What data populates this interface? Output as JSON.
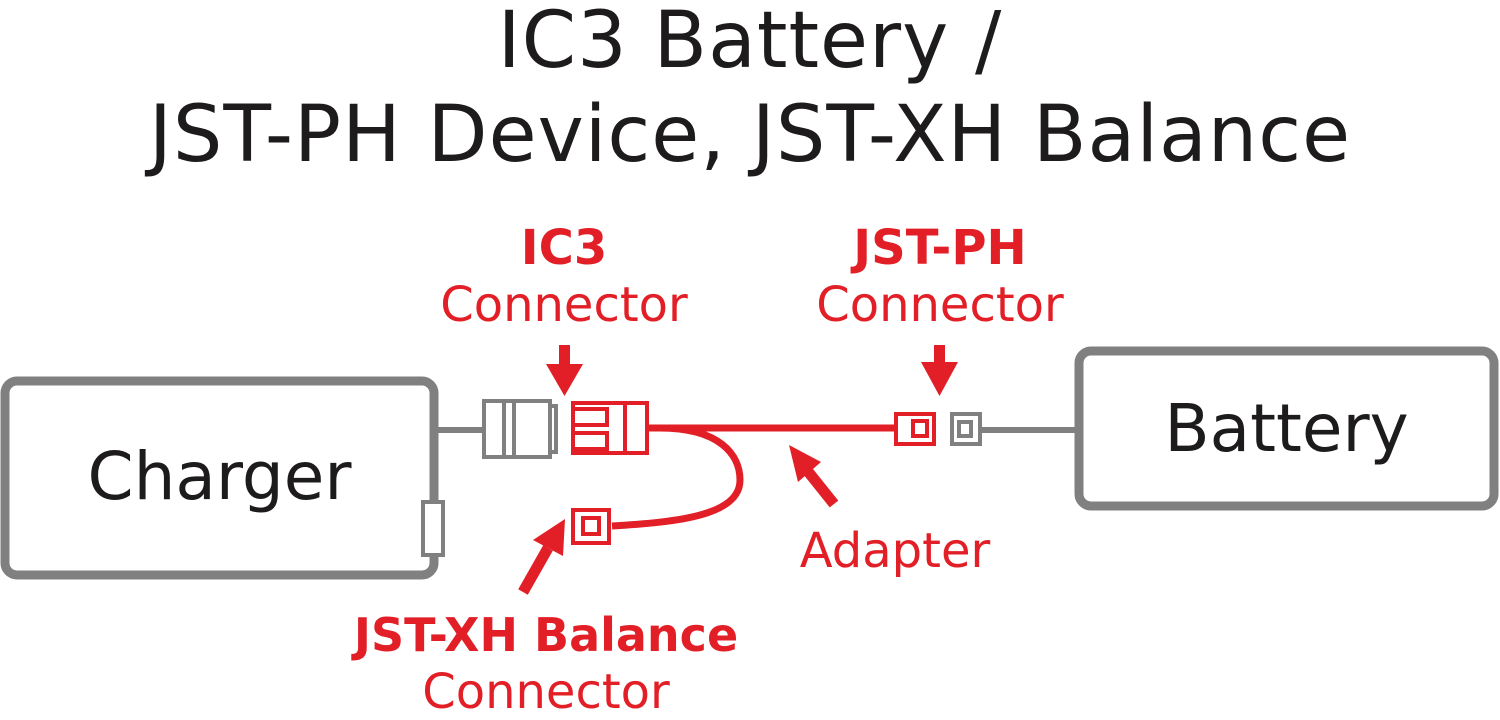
{
  "title": {
    "line1": "IC3 Battery /",
    "line2": "JST-PH Device, JST-XH Balance"
  },
  "components": {
    "charger": "Charger",
    "battery": "Battery"
  },
  "callouts": {
    "ic3": {
      "name": "IC3",
      "sub": "Connector"
    },
    "jstph": {
      "name": "JST-PH",
      "sub": "Connector"
    },
    "jstxh": {
      "name": "JST-XH Balance",
      "sub": "Connector"
    },
    "adapter": "Adapter"
  },
  "colors": {
    "accent": "#e21f26",
    "device": "#808080",
    "text": "#1d1b1c"
  }
}
